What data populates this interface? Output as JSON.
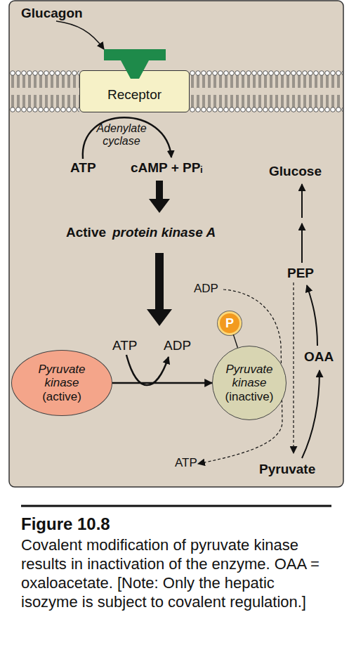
{
  "diagram": {
    "title": "Figure 10.8",
    "caption": "Covalent modification of pyruvate kinase results in inactivation of the enzyme. OAA = oxaloacetate. [Note: Only the hepatic isozyme is subject to covalent regulation.]",
    "nodes": [
      {
        "text": [
          "Receptor"
        ]
      },
      {
        "text": [
          "P"
        ]
      },
      {
        "text": [
          "Pyruvate kinase",
          "(active)"
        ]
      },
      {
        "text": [
          "Pyruvate kinase",
          "(inactive)"
        ]
      }
    ],
    "edges": [
      {
        "from": 2,
        "to": 3,
        "arrow": "to"
      },
      {
        "from": 1,
        "to": 3,
        "arrow": "none"
      }
    ],
    "labels": [
      "Glucagon",
      "Adenylate cyclase",
      "ATP",
      "cAMP + PPᵢ",
      "Glucose",
      "Active",
      "protein kinase A",
      "ADP",
      "PEP",
      "ATP",
      "ADP",
      "OAA",
      "ATP",
      "Pyruvate"
    ]
  }
}
